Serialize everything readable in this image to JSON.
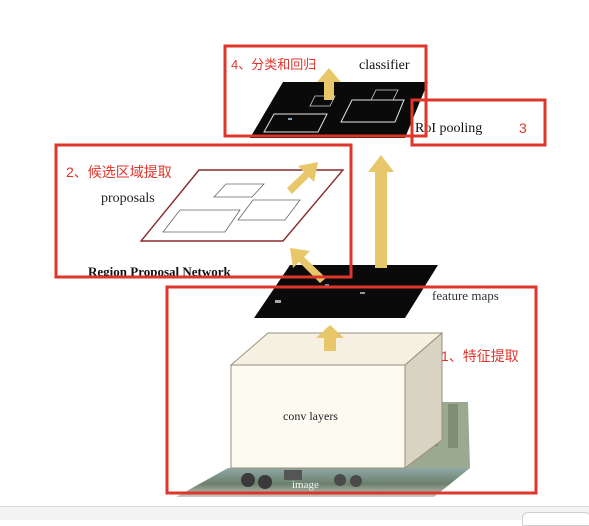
{
  "diagram": {
    "labels": {
      "classifier": "classifier",
      "roi_pooling": "RoI pooling",
      "proposals": "proposals",
      "rpn": "Region Proposal Network",
      "feature_maps": "feature maps",
      "conv_layers": "conv layers",
      "image": "image"
    },
    "annotations": {
      "step1": "1、特征提取",
      "step2": "2、候选区域提取",
      "step3": "3",
      "step4": "4、分类和回归"
    },
    "colors": {
      "annotation_red": "#e0352b",
      "arrow_gold": "#e8c66a",
      "feature_map_black": "#0a0a0a",
      "proposal_border": "#8b2a2a"
    }
  }
}
